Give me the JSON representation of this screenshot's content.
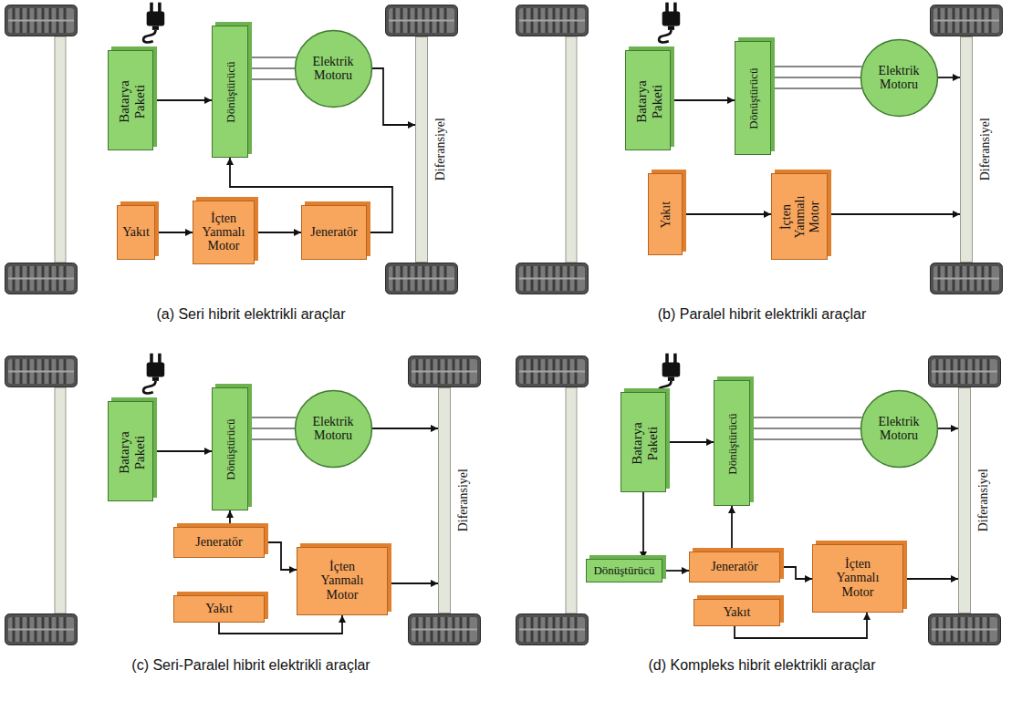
{
  "diagram": {
    "nodes": [
      {
        "text": [
          "Batarya Paketi"
        ]
      },
      {
        "text": [
          "Dönüştürücü"
        ]
      },
      {
        "text": [
          "Elektrik Motoru"
        ]
      },
      {
        "text": [
          "Diferansiyel"
        ]
      },
      {
        "text": [
          "Yakıt"
        ]
      },
      {
        "text": [
          "İçten Yanmalı Motor"
        ]
      },
      {
        "text": [
          "Jeneratör"
        ]
      },
      {
        "text": [
          "Batarya Paketi"
        ]
      },
      {
        "text": [
          "Dönüştürücü"
        ]
      },
      {
        "text": [
          "Elektrik Motoru"
        ]
      },
      {
        "text": [
          "Diferansiyel"
        ]
      },
      {
        "text": [
          "Yakıt"
        ]
      },
      {
        "text": [
          "İçten Yanmalı Motor"
        ]
      },
      {
        "text": [
          "Batarya Paketi"
        ]
      },
      {
        "text": [
          "Dönüştürücü"
        ]
      },
      {
        "text": [
          "Elektrik Motoru"
        ]
      },
      {
        "text": [
          "Diferansiyel"
        ]
      },
      {
        "text": [
          "Jeneratör"
        ]
      },
      {
        "text": [
          "İçten Yanmalı Motor"
        ]
      },
      {
        "text": [
          "Yakıt"
        ]
      },
      {
        "text": [
          "Batarya Paketi"
        ]
      },
      {
        "text": [
          "Dönüştürücü"
        ]
      },
      {
        "text": [
          "Elektrik Motoru"
        ]
      },
      {
        "text": [
          "Diferansiyel"
        ]
      },
      {
        "text": [
          "Dönüştürücü"
        ]
      },
      {
        "text": [
          "Jeneratör"
        ]
      },
      {
        "text": [
          "İçten Yanmalı Motor"
        ]
      },
      {
        "text": [
          "Yakıt"
        ]
      }
    ],
    "edges": [
      {
        "from": 0,
        "to": 1,
        "arrow": "to"
      },
      {
        "from": 1,
        "to": 2,
        "arrow": "none"
      },
      {
        "from": 1,
        "to": 2,
        "arrow": "none"
      },
      {
        "from": 1,
        "to": 2,
        "arrow": "none"
      },
      {
        "from": 2,
        "to": 3,
        "arrow": "to"
      },
      {
        "from": 4,
        "to": 5,
        "arrow": "to"
      },
      {
        "from": 5,
        "to": 6,
        "arrow": "to"
      },
      {
        "from": 6,
        "to": 1,
        "arrow": "to"
      },
      {
        "from": 7,
        "to": 8,
        "arrow": "to"
      },
      {
        "from": 8,
        "to": 9,
        "arrow": "none"
      },
      {
        "from": 8,
        "to": 9,
        "arrow": "none"
      },
      {
        "from": 8,
        "to": 9,
        "arrow": "none"
      },
      {
        "from": 9,
        "to": 10,
        "arrow": "to"
      },
      {
        "from": 11,
        "to": 12,
        "arrow": "to"
      },
      {
        "from": 12,
        "to": 10,
        "arrow": "to"
      },
      {
        "from": 13,
        "to": 14,
        "arrow": "to"
      },
      {
        "from": 14,
        "to": 15,
        "arrow": "none"
      },
      {
        "from": 14,
        "to": 15,
        "arrow": "none"
      },
      {
        "from": 14,
        "to": 15,
        "arrow": "none"
      },
      {
        "from": 15,
        "to": 16,
        "arrow": "to"
      },
      {
        "from": 17,
        "to": 14,
        "arrow": "to"
      },
      {
        "from": 17,
        "to": 18,
        "arrow": "to"
      },
      {
        "from": 19,
        "to": 18,
        "arrow": "to"
      },
      {
        "from": 18,
        "to": 16,
        "arrow": "to"
      },
      {
        "from": 20,
        "to": 21,
        "arrow": "to"
      },
      {
        "from": 21,
        "to": 22,
        "arrow": "none"
      },
      {
        "from": 21,
        "to": 22,
        "arrow": "none"
      },
      {
        "from": 21,
        "to": 22,
        "arrow": "none"
      },
      {
        "from": 22,
        "to": 23,
        "arrow": "to"
      },
      {
        "from": 20,
        "to": 24,
        "arrow": "to"
      },
      {
        "from": 24,
        "to": 25,
        "arrow": "to"
      },
      {
        "from": 25,
        "to": 21,
        "arrow": "to"
      },
      {
        "from": 25,
        "to": 26,
        "arrow": "to"
      },
      {
        "from": 27,
        "to": 26,
        "arrow": "to"
      },
      {
        "from": 26,
        "to": 23,
        "arrow": "to"
      }
    ],
    "labels": [
      "(a) Seri hibrit elektrikli araçlar",
      "(b) Paralel hibrit elektrikli araçlar",
      "(c) Seri-Paralel hibrit elektrikli araçlar",
      "(d) Kompleks hibrit elektrikli araçlar"
    ]
  }
}
